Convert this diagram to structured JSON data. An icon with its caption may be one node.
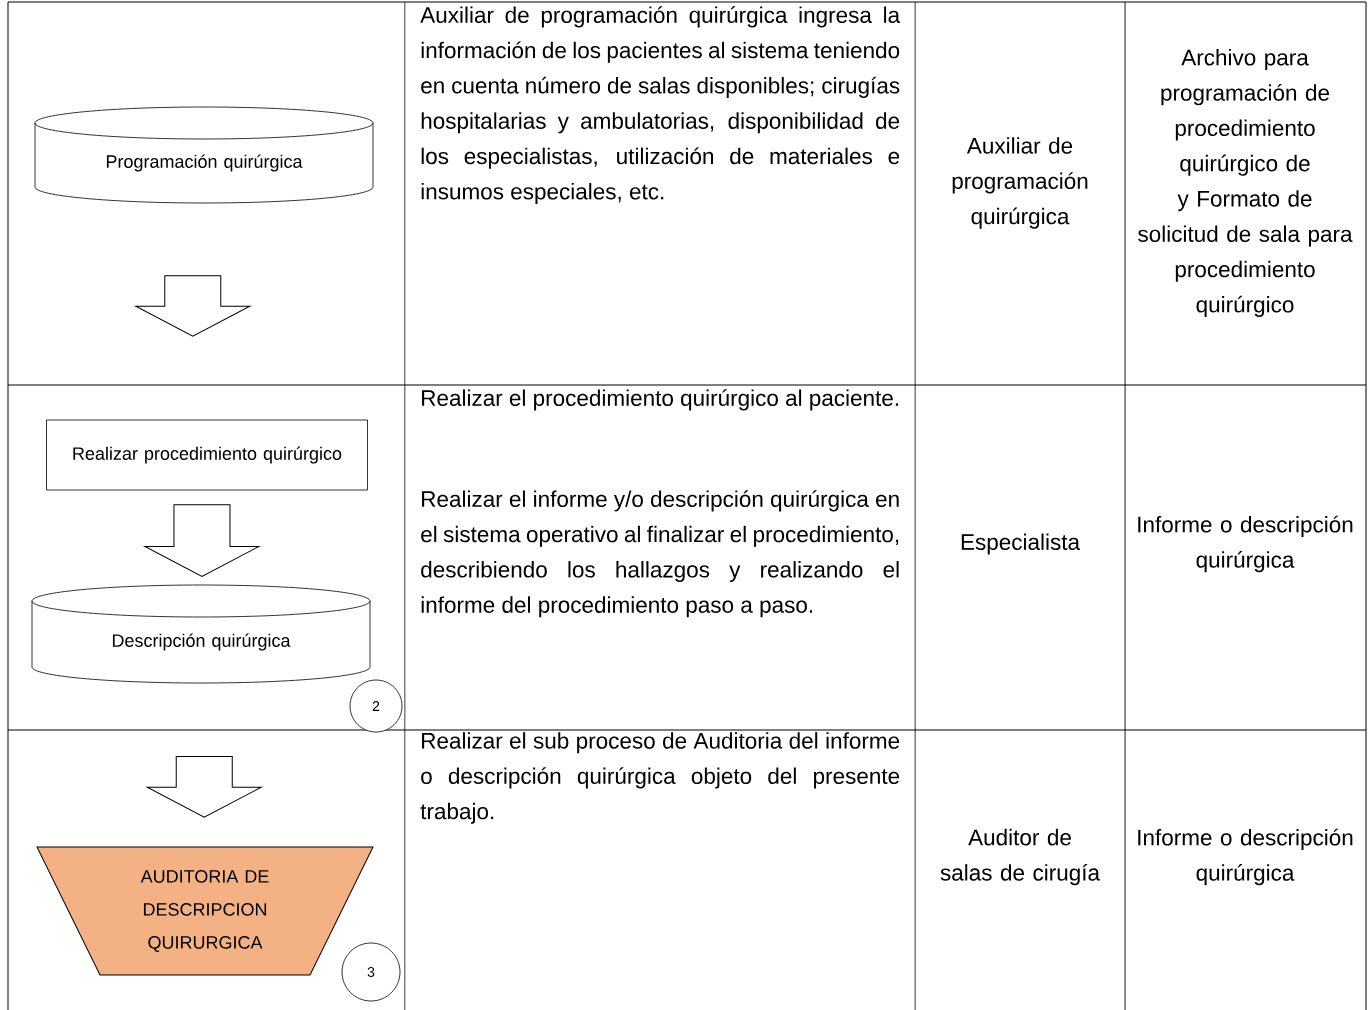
{
  "diagram": {
    "nodes": [
      {
        "text": [
          "Programación  quirúrgica"
        ]
      },
      {
        "text": [
          "Realizar procedimiento quirúrgico"
        ]
      },
      {
        "text": [
          "Descripción quirúrgica"
        ]
      },
      {
        "text": [
          "2"
        ]
      },
      {
        "text": [
          "AUDITORIA DE DESCRIPCION QUIRURGICA"
        ]
      },
      {
        "text": [
          "3"
        ]
      }
    ],
    "edges": [
      {
        "from": 0,
        "to": 1,
        "arrow": "to"
      },
      {
        "from": 1,
        "to": 2,
        "arrow": "to"
      },
      {
        "from": 2,
        "to": 4,
        "arrow": "to"
      }
    ],
    "labels": [
      "Auxiliar de programación quirúrgica ingresa la información de los pacientes al sistema teniendo en cuenta número de salas disponibles; cirugías hospitalarias y ambulatorias, disponibilidad de los especialistas, utilización de materiales e insumos especiales, etc.",
      "Auxiliar de programación quirúrgica",
      "Archivo para programación de procedimiento quirúrgico de y Formato de solicitud de sala para procedimiento quirúrgico",
      "Realizar el procedimiento quirúrgico al paciente.",
      "Realizar el informe y/o descripción quirúrgica en el sistema operativo al finalizar el procedimiento, describiendo los hallazgos y realizando el informe del procedimiento paso a paso.",
      "Especialista",
      "Informe o descripción quirúrgica",
      "Realizar el sub proceso de Auditoria del informe o descripción quirúrgica objeto del presente trabajo.",
      "Auditor de salas de cirugía",
      "Informe o descripción quirúrgica"
    ]
  }
}
